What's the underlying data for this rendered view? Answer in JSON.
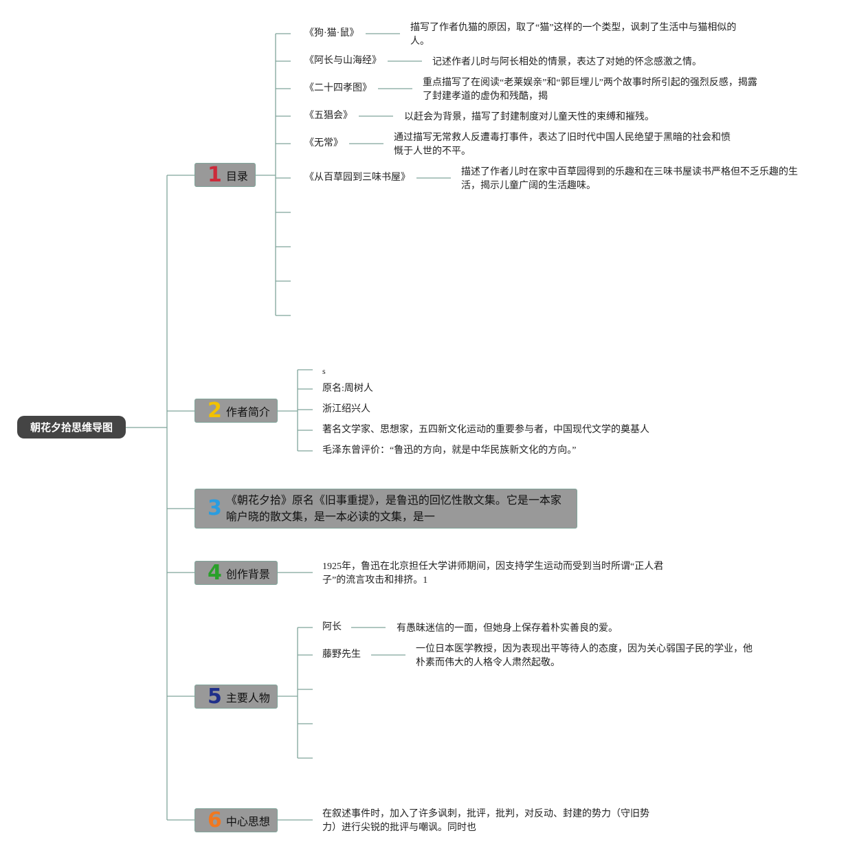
{
  "root": "朝花夕拾思维导图",
  "sections": [
    {
      "num": "1",
      "num_color": "#cc2a3a",
      "label": "目录"
    },
    {
      "num": "2",
      "num_color": "#f2c200",
      "label": "作者简介"
    },
    {
      "num": "3",
      "num_color": "#2a9de0",
      "label": "《朝花夕拾》原名《旧事重提》，是鲁迅的回忆性散文集。它是一本家喻户晓的散文集，是一本必读的文集，是一"
    },
    {
      "num": "4",
      "num_color": "#2aa02a",
      "label": "创作背景"
    },
    {
      "num": "5",
      "num_color": "#1f2f8a",
      "label": "主要人物"
    },
    {
      "num": "6",
      "num_color": "#f07820",
      "label": "中心思想"
    }
  ],
  "catalog": [
    {
      "title": "《狗·猫·鼠》",
      "desc": "描写了作者仇猫的原因，取了“猫”这样的一个类型，讽刺了生活中与猫相似的人。"
    },
    {
      "title": "《阿长与山海经》",
      "desc": "记述作者儿时与阿长相处的情景，表达了对她的怀念感激之情。"
    },
    {
      "title": "《二十四孝图》",
      "desc": "重点描写了在阅读“老莱娱亲”和“郭巨埋儿”两个故事时所引起的强烈反感，揭露了封建孝道的虚伪和残酷，揭"
    },
    {
      "title": "《五猖会》",
      "desc": "以赶会为背景，描写了封建制度对儿童天性的束缚和摧残。"
    },
    {
      "title": "《无常》",
      "desc": "通过描写无常救人反遭毒打事件，表达了旧时代中国人民绝望于黑暗的社会和愤慨于人世的不平。"
    },
    {
      "title": "《从百草园到三味书屋》",
      "desc": "描述了作者儿时在家中百草园得到的乐趣和在三味书屋读书严格但不乏乐趣的生活，揭示儿童广阔的生活趣味。"
    }
  ],
  "author": [
    "s",
    "原名:周树人",
    "浙江绍兴人",
    "著名文学家、思想家，五四新文化运动的重要参与者，中国现代文学的奠基人",
    "毛泽东曾评价：“鲁迅的方向，就是中华民族新文化的方向。”"
  ],
  "background": "1925年，鲁迅在北京担任大学讲师期间，因支持学生运动而受到当时所谓“正人君子”的流言攻击和排挤。1",
  "characters": [
    {
      "name": "阿长",
      "desc": "有愚昧迷信的一面，但她身上保存着朴实善良的爱。"
    },
    {
      "name": "藤野先生",
      "desc": "一位日本医学教授，因为表现出平等待人的态度，因为关心弱国子民的学业，他朴素而伟大的人格令人肃然起敬。"
    }
  ],
  "theme": "在叙述事件时，加入了许多讽刺，批评，批判，对反动、封建的势力（守旧势力）进行尖锐的批评与嘲讽。同时也",
  "colors": {
    "line": "#7fa59a",
    "topic_bg": "#999999",
    "root_bg": "#444444"
  }
}
